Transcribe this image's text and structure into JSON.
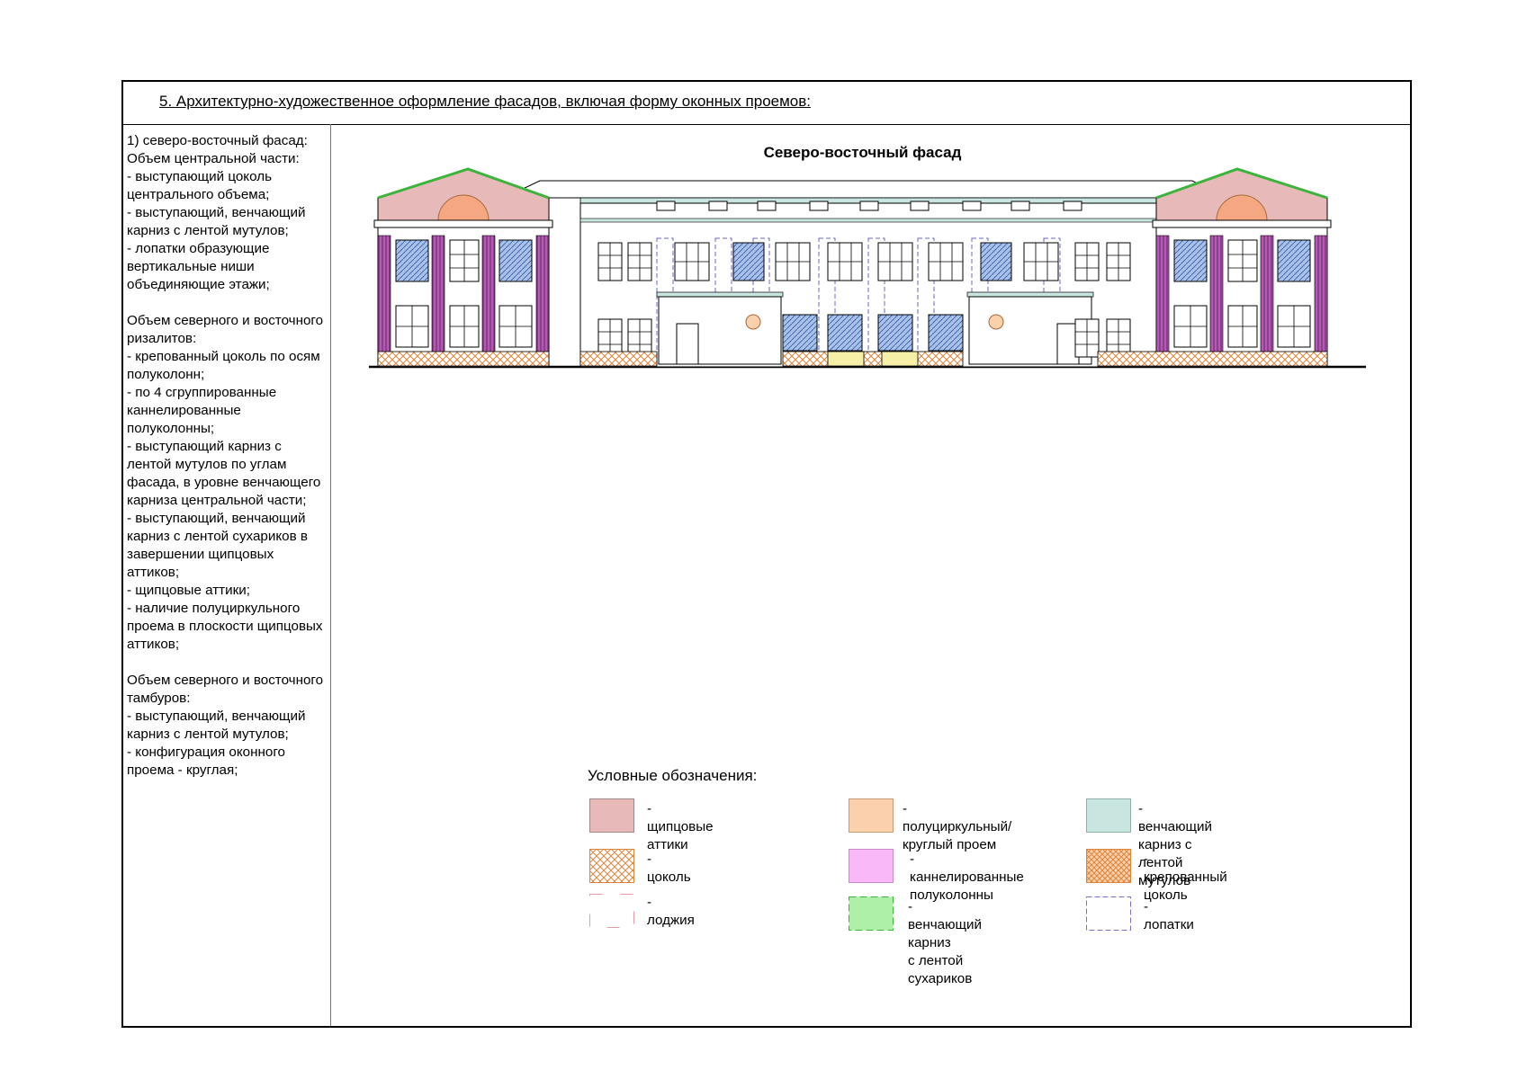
{
  "header": {
    "title": "5. Архитектурно-художественное оформление фасадов, включая форму оконных проемов:"
  },
  "left_column": {
    "text": "1) северо-восточный фасад:\nОбъем центральной части:\n- выступающий цоколь центрального объема;\n- выступающий, венчающий карниз с лентой мутулов;\n- лопатки образующие вертикальные ниши объединяющие этажи;\n\nОбъем северного и восточного ризалитов:\n- крепованный цоколь по осям полуколонн;\n- по 4 сгруппированные каннелированные полуколонны;\n- выступающий карниз с лентой мутулов по углам фасада, в уровне венчающего карниза центральной части;\n- выступающий, венчающий карниз с лентой сухариков в завершении щипцовых аттиков;\n- щипцовые аттики;\n- наличие полуциркульного проема в плоскости щипцовых аттиков;\n\nОбъем северного и восточного тамбуров:\n- выступающий, венчающий карниз с лентой мутулов;\n- конфигурация оконного проема - круглая;"
  },
  "drawing": {
    "title": "Северо-восточный фасад"
  },
  "legend": {
    "title": "Условные обозначения:",
    "items": [
      {
        "id": "gable",
        "label": "- щипцовые аттики",
        "color": "#e8b9b9"
      },
      {
        "id": "semicircle",
        "label": "- полуциркульный/\nкруглый проем",
        "color": "#fbd0ad"
      },
      {
        "id": "mutule",
        "label": "- венчающий карниз с\nлентой мутулов",
        "color": "#c8e6df"
      },
      {
        "id": "plinth",
        "label": "- цоколь",
        "color": "#e8924a"
      },
      {
        "id": "fluted",
        "label": "- каннелированные\n полуколонны",
        "color": "#f9b9f9"
      },
      {
        "id": "rusticated",
        "label": "- крепованный цоколь",
        "color": "#e8924a"
      },
      {
        "id": "loggia",
        "label": "- лоджия",
        "color": "#e79aa8"
      },
      {
        "id": "dentil",
        "label": "- венчающий карниз\nс лентой сухариков",
        "color": "#aef0a8"
      },
      {
        "id": "pilaster",
        "label": "- лопатки",
        "color": "#7a72c9"
      }
    ]
  }
}
